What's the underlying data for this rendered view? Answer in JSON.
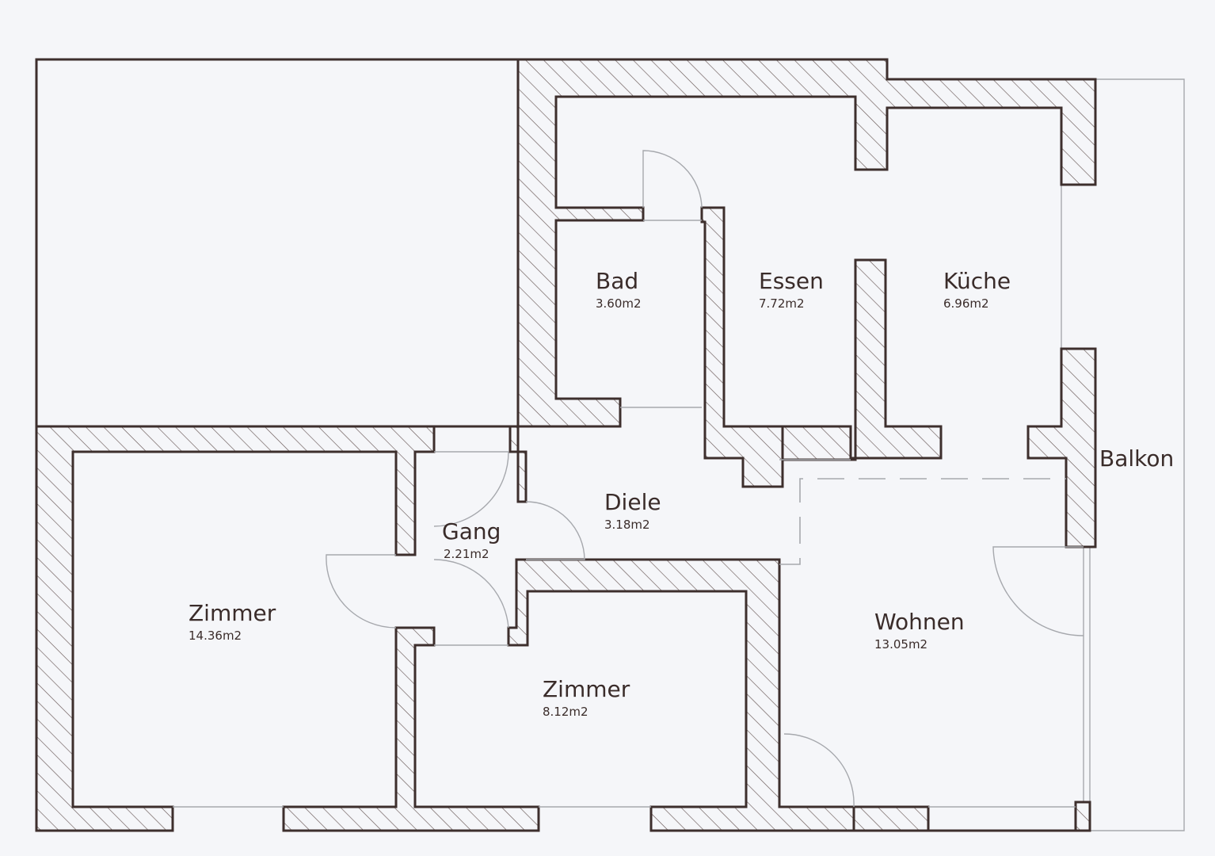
{
  "colors": {
    "wall": "#3d2f2d",
    "hatch": "#6a5a58",
    "background": "#f5f6f9",
    "fixture": "#a6a8ad"
  },
  "rooms": {
    "bad": {
      "name": "Bad",
      "area": "3.60m2"
    },
    "essen": {
      "name": "Essen",
      "area": "7.72m2"
    },
    "kueche": {
      "name": "Küche",
      "area": "6.96m2"
    },
    "balkon": {
      "name": "Balkon"
    },
    "diele": {
      "name": "Diele",
      "area": "3.18m2"
    },
    "gang": {
      "name": "Gang",
      "area": "2.21m2"
    },
    "zimmer_left": {
      "name": "Zimmer",
      "area": "14.36m2"
    },
    "zimmer_middle": {
      "name": "Zimmer",
      "area": "8.12m2"
    },
    "wohnen": {
      "name": "Wohnen",
      "area": "13.05m2"
    }
  }
}
